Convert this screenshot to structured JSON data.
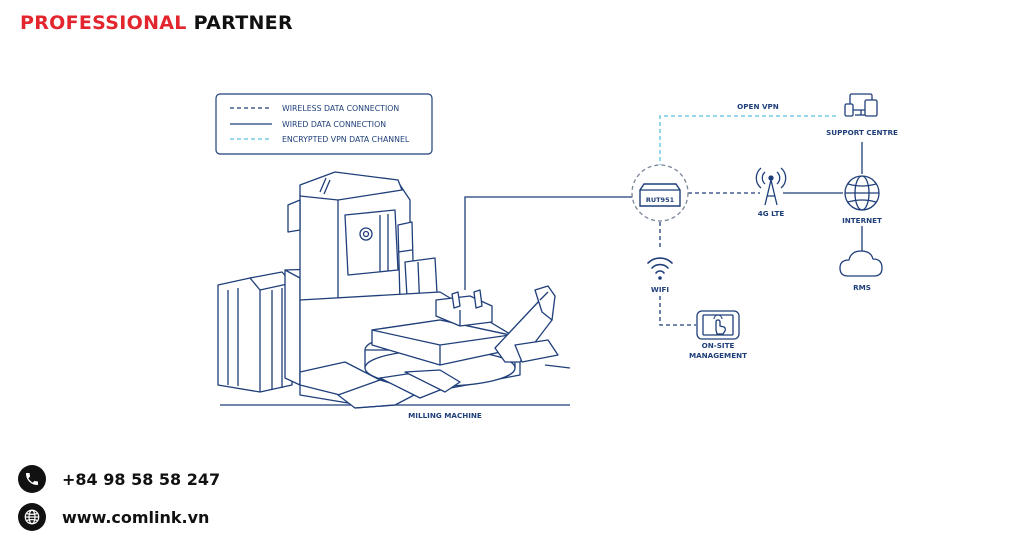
{
  "brand": {
    "part1": "PROFESSIONAL",
    "part2": "PARTNER"
  },
  "legend": {
    "wireless": "WIRELESS DATA CONNECTION",
    "wired": "WIRED DATA CONNECTION",
    "vpn": "ENCRYPTED VPN DATA CHANNEL"
  },
  "nodes": {
    "open_vpn": "OPEN VPN",
    "support_centre": "SUPPORT CENTRE",
    "router": "RUT951",
    "lte": "4G LTE",
    "internet": "INTERNET",
    "rms": "RMS",
    "wifi": "WIFI",
    "onsite_1": "ON-SITE",
    "onsite_2": "MANAGEMENT",
    "milling": "MILLING MACHINE"
  },
  "contact": {
    "phone": "+84 98 58 58 247",
    "website": "www.comlink.vn"
  },
  "colors": {
    "brand_red": "#e3262e",
    "line_blue": "#1f3f7a",
    "vpn_cyan": "#5bbfe0"
  }
}
